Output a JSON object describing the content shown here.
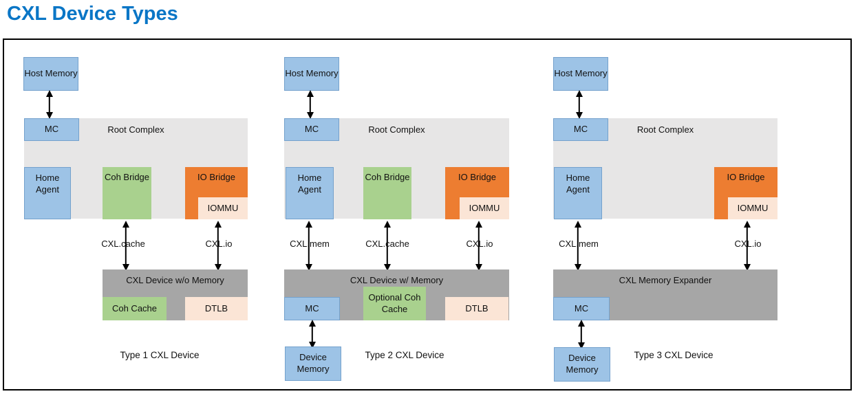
{
  "title": "CXL Device Types",
  "colors": {
    "title_blue": "#0a76c6",
    "blue_fill": "#9dc3e6",
    "green_fill": "#a9d18e",
    "orange_fill": "#ed7d31",
    "peach_fill": "#fbe5d6",
    "root_complex_gray": "#e7e6e6",
    "device_gray": "#a6a6a6",
    "arrow_black": "#000000"
  },
  "diagrams": [
    {
      "host_memory": "Host Memory",
      "mc": "MC",
      "root_complex": "Root Complex",
      "home_agent": "Home Agent",
      "coh_bridge": "Coh Bridge",
      "io_bridge": "IO Bridge",
      "iommu": "IOMMU",
      "link_cache": "CXL.cache",
      "link_io": "CXL.io",
      "device_title": "CXL Device w/o Memory",
      "coh_cache": "Coh Cache",
      "dtlb": "DTLB",
      "type_label": "Type 1 CXL Device"
    },
    {
      "host_memory": "Host Memory",
      "mc": "MC",
      "root_complex": "Root Complex",
      "home_agent": "Home Agent",
      "coh_bridge": "Coh Bridge",
      "io_bridge": "IO Bridge",
      "iommu": "IOMMU",
      "link_mem": "CXL.mem",
      "link_cache": "CXL.cache",
      "link_io": "CXL.io",
      "device_title": "CXL Device w/ Memory",
      "device_mc": "MC",
      "optional_coh_cache": "Optional Coh Cache",
      "dtlb": "DTLB",
      "device_memory": "Device Memory",
      "type_label": "Type 2 CXL Device"
    },
    {
      "host_memory": "Host Memory",
      "mc": "MC",
      "root_complex": "Root Complex",
      "home_agent": "Home Agent",
      "io_bridge": "IO Bridge",
      "iommu": "IOMMU",
      "link_mem": "CXL.mem",
      "link_io": "CXL.io",
      "device_title": "CXL Memory Expander",
      "device_mc": "MC",
      "device_memory": "Device Memory",
      "type_label": "Type 3 CXL Device"
    }
  ]
}
